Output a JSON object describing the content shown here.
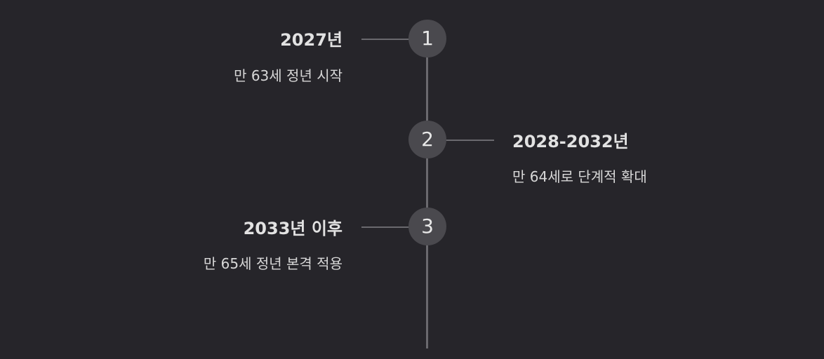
{
  "timeline": {
    "steps": [
      {
        "number": "1",
        "title": "2027년",
        "description": "만 63세 정년 시작"
      },
      {
        "number": "2",
        "title": "2028-2032년",
        "description": "만 64세로 단계적 확대"
      },
      {
        "number": "3",
        "title": "2033년 이후",
        "description": "만 65세 정년 본격 적용"
      }
    ]
  }
}
